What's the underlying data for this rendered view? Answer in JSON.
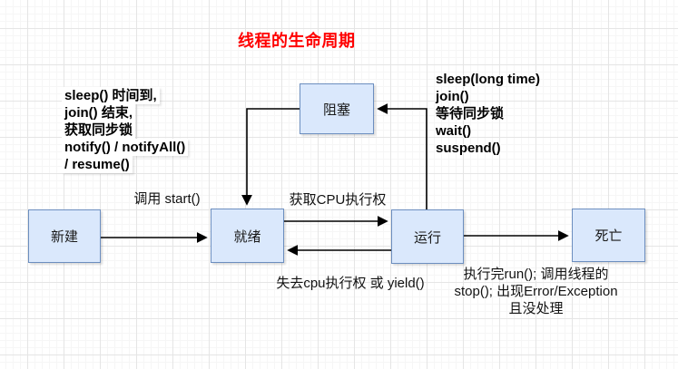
{
  "title": "线程的生命周期",
  "colors": {
    "title": "#ff0000",
    "node_fill": "#dae8fc",
    "node_border": "#6c8ebf",
    "arrow": "#000000"
  },
  "nodes": {
    "new": {
      "label": "新建"
    },
    "ready": {
      "label": "就绪"
    },
    "running": {
      "label": "运行"
    },
    "blocked": {
      "label": "阻塞"
    },
    "dead": {
      "label": "死亡"
    }
  },
  "edge_labels": {
    "call_start": "调用 start()",
    "get_cpu": "获取CPU执行权",
    "lose_cpu": "失去cpu执行权 或 yield()"
  },
  "annotations": {
    "unblock": {
      "lines": [
        "sleep() 时间到,",
        "join() 结束,",
        "获取同步锁",
        "notify() / notifyAll()",
        "/ resume()"
      ]
    },
    "block": {
      "lines": [
        "sleep(long time)",
        "join()",
        "等待同步锁",
        "wait()",
        "suspend()"
      ]
    },
    "to_dead": {
      "lines": [
        "执行完run();",
        "调用线程的stop();",
        "出现Error/Exception",
        "且没处理"
      ]
    }
  }
}
